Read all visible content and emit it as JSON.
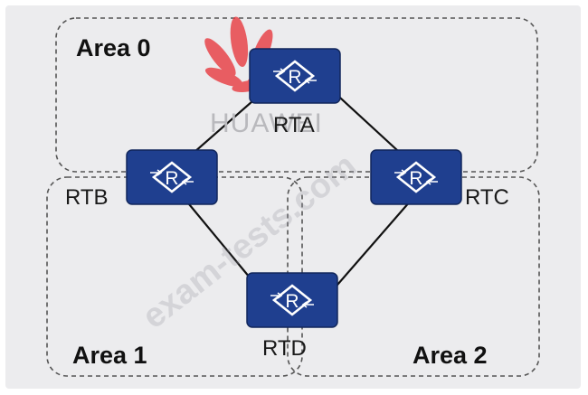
{
  "areas": [
    {
      "id": "area0",
      "label": "Area 0"
    },
    {
      "id": "area1",
      "label": "Area 1"
    },
    {
      "id": "area2",
      "label": "Area 2"
    }
  ],
  "routers": [
    {
      "id": "RTA",
      "label": "RTA",
      "icon": "router-icon"
    },
    {
      "id": "RTB",
      "label": "RTB",
      "icon": "router-icon"
    },
    {
      "id": "RTC",
      "label": "RTC",
      "icon": "router-icon"
    },
    {
      "id": "RTD",
      "label": "RTD",
      "icon": "router-icon"
    }
  ],
  "links": [
    {
      "from": "RTA",
      "to": "RTB"
    },
    {
      "from": "RTA",
      "to": "RTC"
    },
    {
      "from": "RTB",
      "to": "RTD"
    },
    {
      "from": "RTC",
      "to": "RTD"
    }
  ],
  "watermarks": {
    "brand": "HUAWEI",
    "site": "exam-tests.com"
  },
  "colors": {
    "router_fill": "#1f3f8f",
    "router_symbol": "#ffffff",
    "brand_red": "#e8363b",
    "area_border": "#555555",
    "background": "#ececee"
  }
}
